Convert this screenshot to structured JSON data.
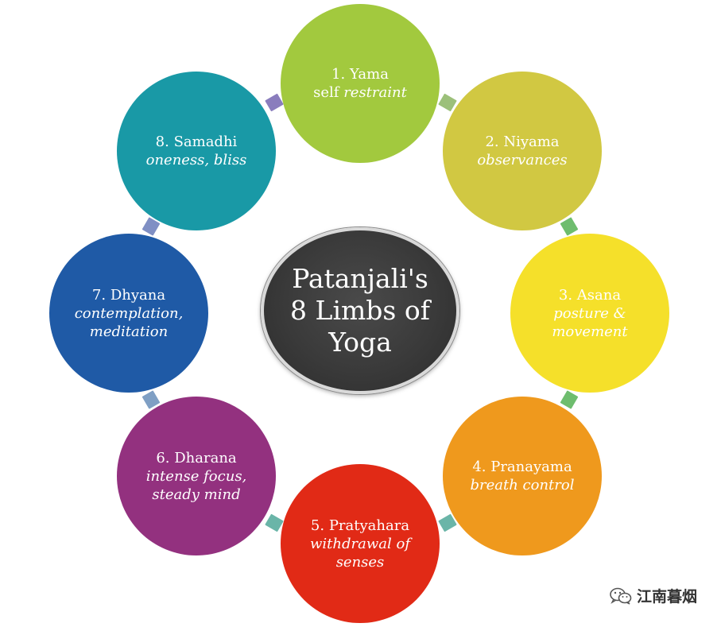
{
  "center": {
    "title": "Patanjali's\n8 Limbs of\nYoga"
  },
  "limbs": [
    {
      "title": "1. Yama",
      "subtitle_plain": "self ",
      "subtitle_italic": "restraint",
      "color": "#a2c93e"
    },
    {
      "title": "2. Niyama",
      "subtitle_plain": "",
      "subtitle_italic": "observances",
      "color": "#d1c842"
    },
    {
      "title": "3. Asana",
      "subtitle_plain": "",
      "subtitle_italic": "posture & movement",
      "color": "#f5e02a"
    },
    {
      "title": "4. Pranayama",
      "subtitle_plain": "",
      "subtitle_italic": "breath control",
      "color": "#ef991d"
    },
    {
      "title": "5. Pratyahara",
      "subtitle_plain": "",
      "subtitle_italic": "withdrawal of senses",
      "color": "#e12a16"
    },
    {
      "title": "6. Dharana",
      "subtitle_plain": "",
      "subtitle_italic": "intense focus, steady mind",
      "color": "#93317f"
    },
    {
      "title": "7. Dhyana",
      "subtitle_plain": "",
      "subtitle_italic": "contemplation, meditation",
      "color": "#1f5aa6"
    },
    {
      "title": "8. Samadhi",
      "subtitle_plain": "",
      "subtitle_italic": "oneness, bliss",
      "color": "#1999a6"
    }
  ],
  "connectors": [
    {
      "color": "#9cc07a"
    },
    {
      "color": "#6ebd6e"
    },
    {
      "color": "#6ebd6e"
    },
    {
      "color": "#6ab5a8"
    },
    {
      "color": "#6ab5a8"
    },
    {
      "color": "#7f9fc4"
    },
    {
      "color": "#7f8fc4"
    },
    {
      "color": "#8a7dbd"
    }
  ],
  "watermark": {
    "text": "江南暮烟",
    "icon": "wechat-icon"
  }
}
